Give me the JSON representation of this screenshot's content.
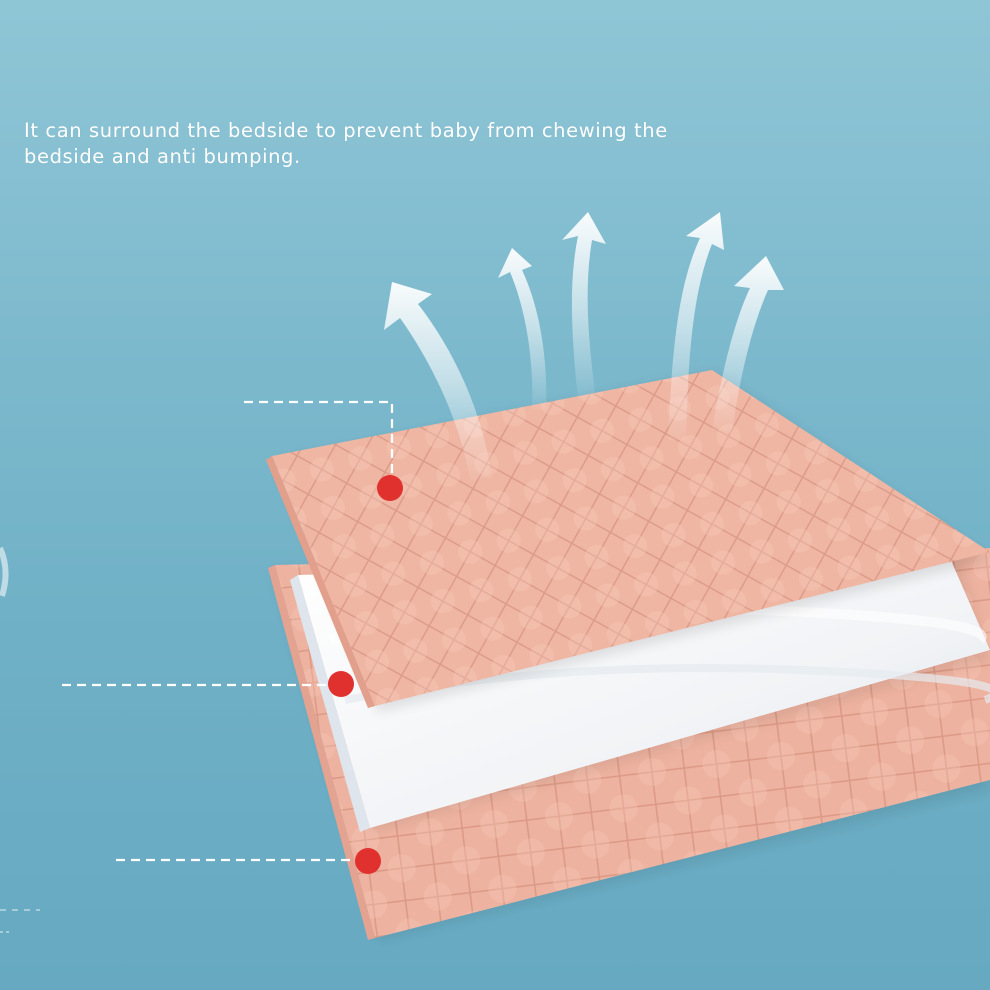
{
  "caption": "It can surround the bedside to prevent baby from chewing the bedside and anti bumping.",
  "colors": {
    "background_top": "#8fc6d6",
    "background_bottom": "#66a9c1",
    "fabric_pink": "#eeb3a0",
    "fabric_pink_shadow": "#d99a86",
    "filling_white": "#f4f6f8",
    "marker_red": "#e0312e",
    "arrow_white": "#ffffff"
  },
  "illustration": {
    "layers": [
      "top-quilted-fabric-layer",
      "middle-filling-layer",
      "bottom-quilted-fabric-layer"
    ],
    "markers": 3,
    "airflow_arrows": 5
  }
}
